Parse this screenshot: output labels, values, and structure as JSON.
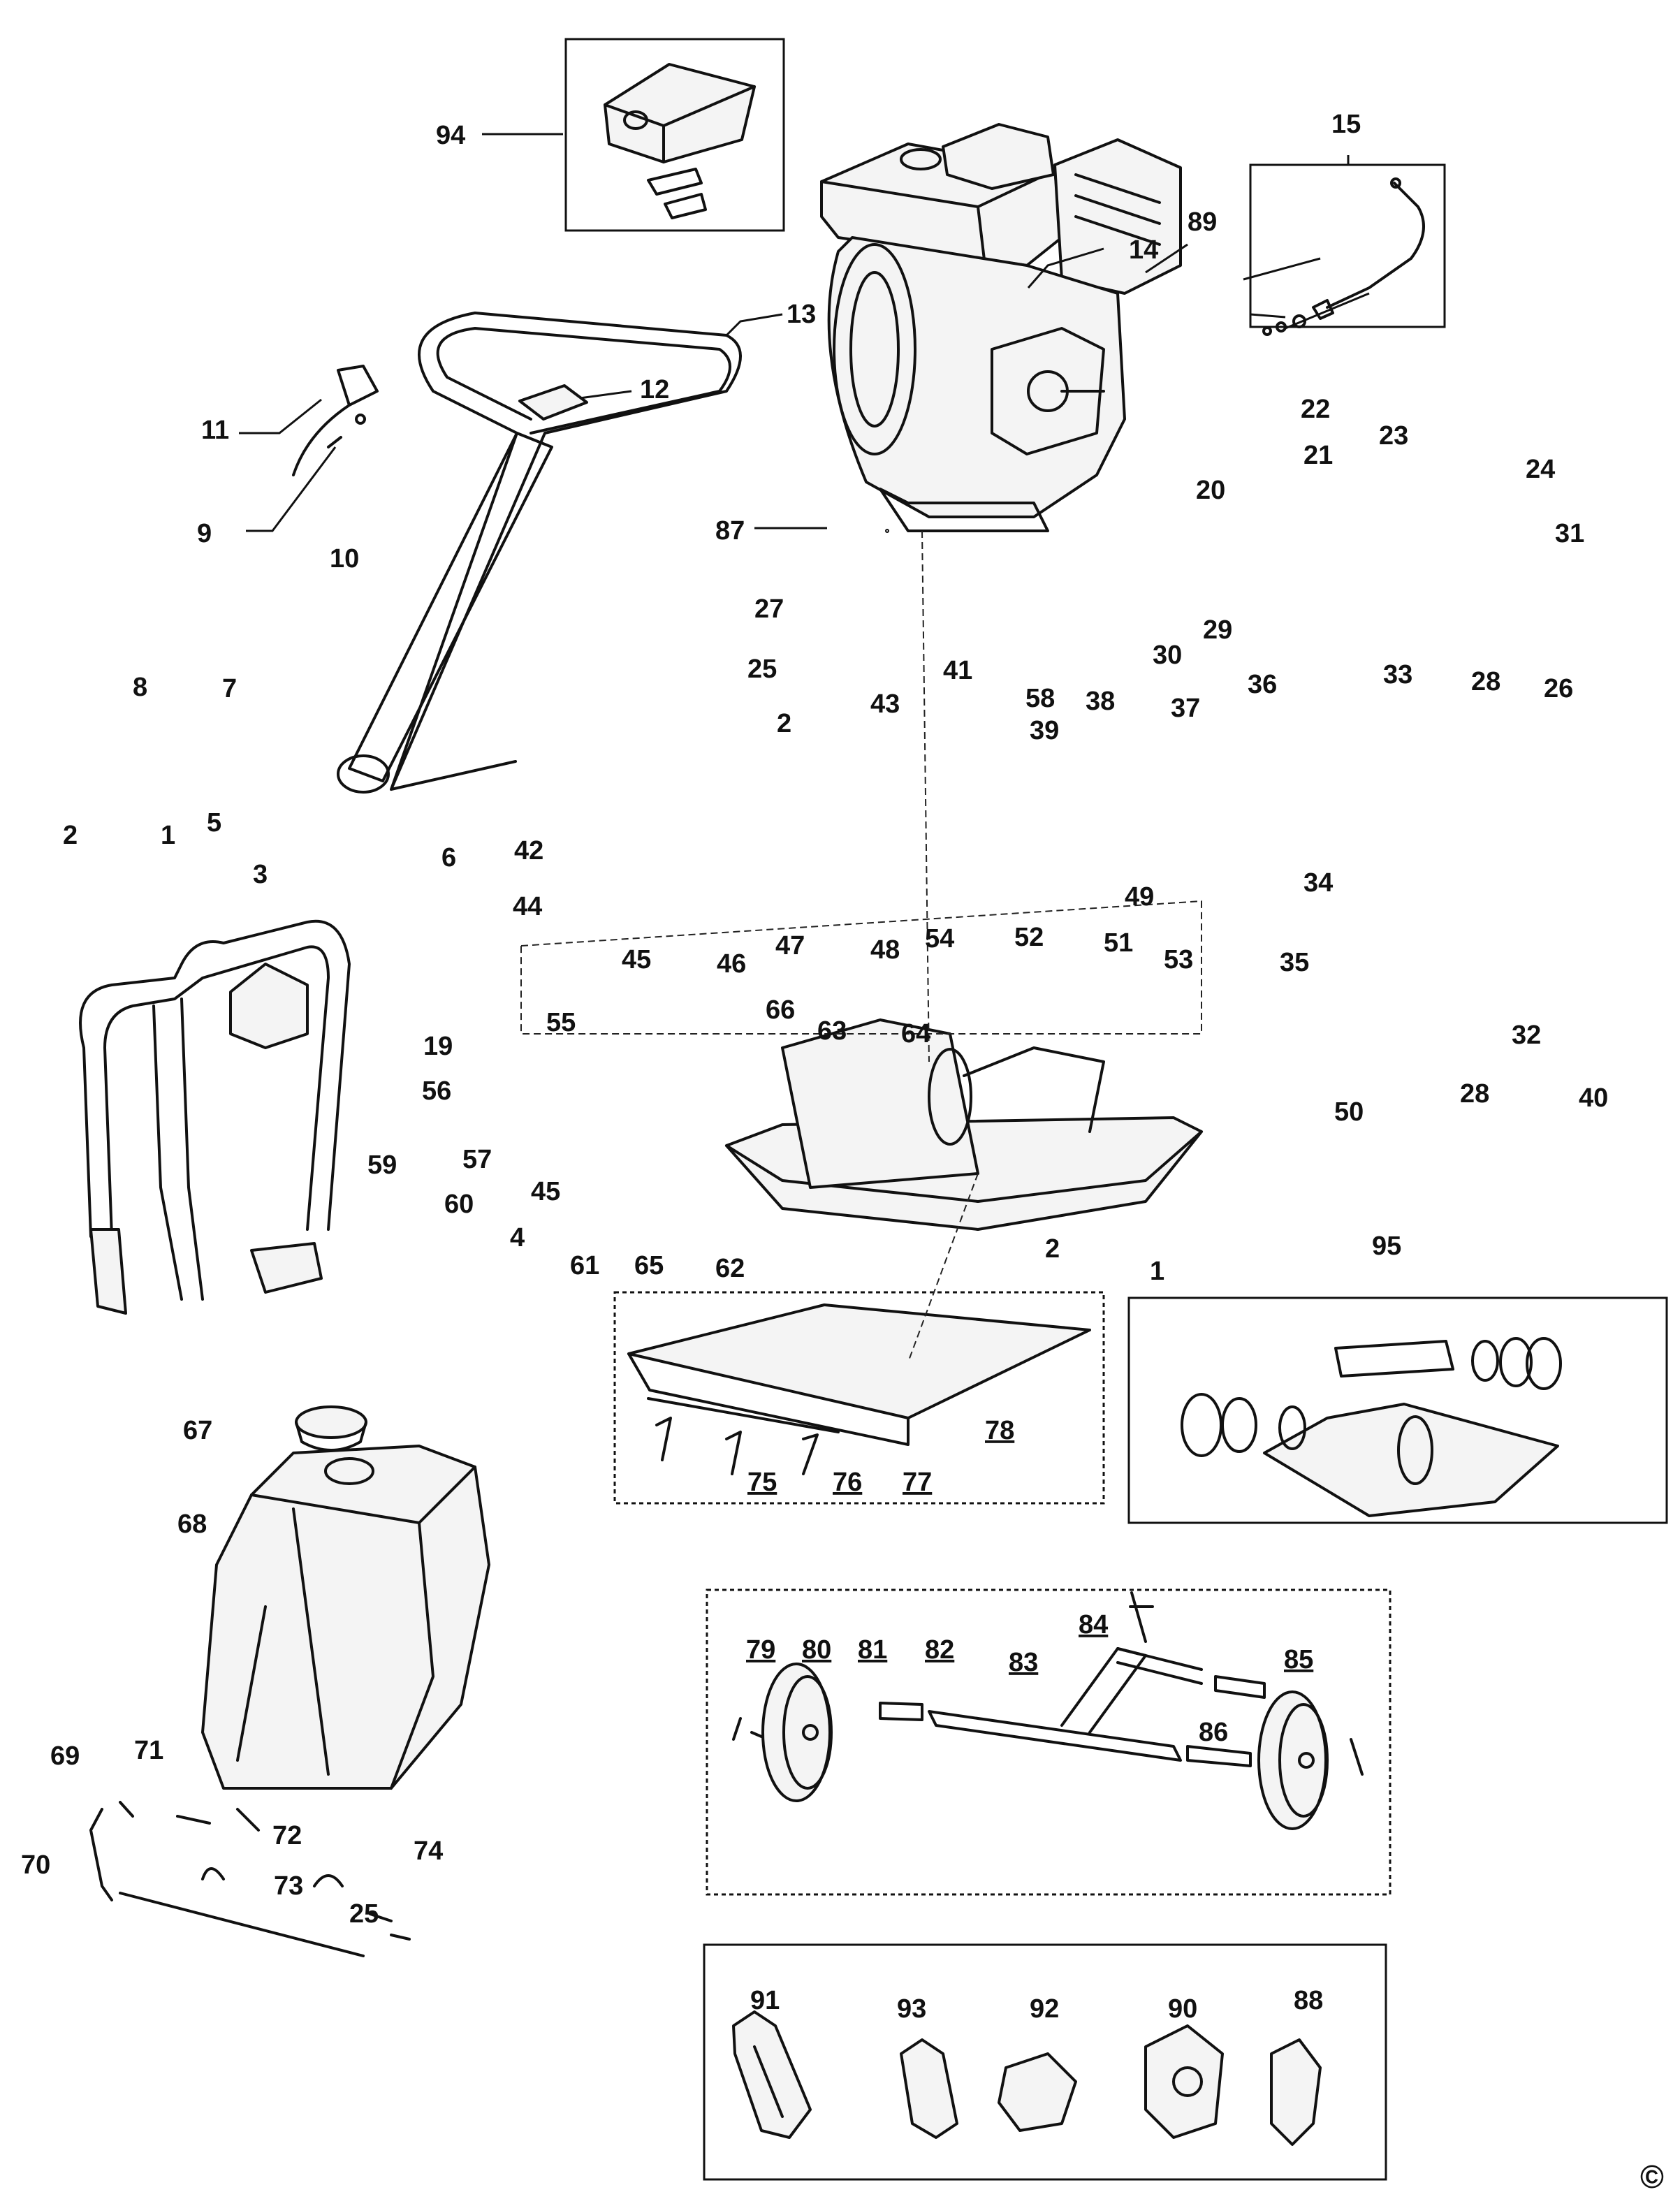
{
  "copyright_symbol": "©",
  "callouts": [
    {
      "id": "n1a",
      "text": "1"
    },
    {
      "id": "n1b",
      "text": "1"
    },
    {
      "id": "n2a",
      "text": "2"
    },
    {
      "id": "n2b",
      "text": "2"
    },
    {
      "id": "n2c",
      "text": "2"
    },
    {
      "id": "n3",
      "text": "3"
    },
    {
      "id": "n4",
      "text": "4"
    },
    {
      "id": "n5",
      "text": "5"
    },
    {
      "id": "n6",
      "text": "6"
    },
    {
      "id": "n7",
      "text": "7"
    },
    {
      "id": "n8",
      "text": "8"
    },
    {
      "id": "n9",
      "text": "9"
    },
    {
      "id": "n10",
      "text": "10"
    },
    {
      "id": "n11",
      "text": "11"
    },
    {
      "id": "n12",
      "text": "12"
    },
    {
      "id": "n13",
      "text": "13"
    },
    {
      "id": "n14",
      "text": "14"
    },
    {
      "id": "n15",
      "text": "15"
    },
    {
      "id": "n19",
      "text": "19"
    },
    {
      "id": "n20",
      "text": "20"
    },
    {
      "id": "n21",
      "text": "21"
    },
    {
      "id": "n22",
      "text": "22"
    },
    {
      "id": "n23",
      "text": "23"
    },
    {
      "id": "n24",
      "text": "24"
    },
    {
      "id": "n25a",
      "text": "25"
    },
    {
      "id": "n25b",
      "text": "25"
    },
    {
      "id": "n26",
      "text": "26"
    },
    {
      "id": "n27",
      "text": "27"
    },
    {
      "id": "n28a",
      "text": "28"
    },
    {
      "id": "n28b",
      "text": "28"
    },
    {
      "id": "n29",
      "text": "29"
    },
    {
      "id": "n30",
      "text": "30"
    },
    {
      "id": "n31",
      "text": "31"
    },
    {
      "id": "n32",
      "text": "32"
    },
    {
      "id": "n33",
      "text": "33"
    },
    {
      "id": "n34",
      "text": "34"
    },
    {
      "id": "n35",
      "text": "35"
    },
    {
      "id": "n36",
      "text": "36"
    },
    {
      "id": "n37",
      "text": "37"
    },
    {
      "id": "n38",
      "text": "38"
    },
    {
      "id": "n39",
      "text": "39"
    },
    {
      "id": "n40",
      "text": "40"
    },
    {
      "id": "n41",
      "text": "41"
    },
    {
      "id": "n42",
      "text": "42"
    },
    {
      "id": "n43",
      "text": "43"
    },
    {
      "id": "n44",
      "text": "44"
    },
    {
      "id": "n45a",
      "text": "45"
    },
    {
      "id": "n45b",
      "text": "45"
    },
    {
      "id": "n46",
      "text": "46"
    },
    {
      "id": "n47",
      "text": "47"
    },
    {
      "id": "n48",
      "text": "48"
    },
    {
      "id": "n49",
      "text": "49"
    },
    {
      "id": "n50",
      "text": "50"
    },
    {
      "id": "n51",
      "text": "51"
    },
    {
      "id": "n52",
      "text": "52"
    },
    {
      "id": "n53",
      "text": "53"
    },
    {
      "id": "n54",
      "text": "54"
    },
    {
      "id": "n55",
      "text": "55"
    },
    {
      "id": "n56",
      "text": "56"
    },
    {
      "id": "n57",
      "text": "57"
    },
    {
      "id": "n58",
      "text": "58"
    },
    {
      "id": "n59",
      "text": "59"
    },
    {
      "id": "n60",
      "text": "60"
    },
    {
      "id": "n61",
      "text": "61"
    },
    {
      "id": "n62",
      "text": "62"
    },
    {
      "id": "n63",
      "text": "63"
    },
    {
      "id": "n64",
      "text": "64"
    },
    {
      "id": "n65",
      "text": "65"
    },
    {
      "id": "n66",
      "text": "66"
    },
    {
      "id": "n67",
      "text": "67"
    },
    {
      "id": "n68",
      "text": "68"
    },
    {
      "id": "n69",
      "text": "69"
    },
    {
      "id": "n70",
      "text": "70"
    },
    {
      "id": "n71",
      "text": "71"
    },
    {
      "id": "n72",
      "text": "72"
    },
    {
      "id": "n73",
      "text": "73"
    },
    {
      "id": "n74",
      "text": "74"
    },
    {
      "id": "n75",
      "text": "75"
    },
    {
      "id": "n76",
      "text": "76"
    },
    {
      "id": "n77",
      "text": "77"
    },
    {
      "id": "n78",
      "text": "78"
    },
    {
      "id": "n79",
      "text": "79"
    },
    {
      "id": "n80",
      "text": "80"
    },
    {
      "id": "n81",
      "text": "81"
    },
    {
      "id": "n82",
      "text": "82"
    },
    {
      "id": "n83",
      "text": "83"
    },
    {
      "id": "n84",
      "text": "84"
    },
    {
      "id": "n85",
      "text": "85"
    },
    {
      "id": "n86",
      "text": "86"
    },
    {
      "id": "n87",
      "text": "87"
    },
    {
      "id": "n88",
      "text": "88"
    },
    {
      "id": "n89",
      "text": "89"
    },
    {
      "id": "n90",
      "text": "90"
    },
    {
      "id": "n91",
      "text": "91"
    },
    {
      "id": "n92",
      "text": "92"
    },
    {
      "id": "n93",
      "text": "93"
    },
    {
      "id": "n94",
      "text": "94"
    },
    {
      "id": "n95",
      "text": "95"
    }
  ]
}
